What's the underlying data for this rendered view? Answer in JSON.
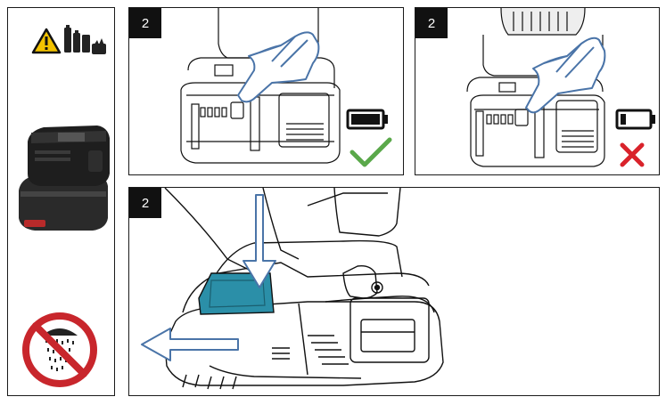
{
  "steps": {
    "top_left": "2",
    "top_right": "2",
    "bottom": "2"
  },
  "icons": {
    "sidebar": [
      "warning-triangle-icon",
      "batteries-icon",
      "charger-with-battery-image",
      "no-water-spray-icon"
    ],
    "status_ok": [
      "battery-full-icon",
      "checkmark-icon"
    ],
    "status_bad": [
      "battery-low-icon",
      "cross-icon"
    ]
  },
  "colors": {
    "check": "#5aa84a",
    "cross": "#d9232b",
    "hand": "#4a74a8",
    "highlight": "#2b8fa8",
    "warning": "#f2c200",
    "prohibition": "#c8262c"
  }
}
